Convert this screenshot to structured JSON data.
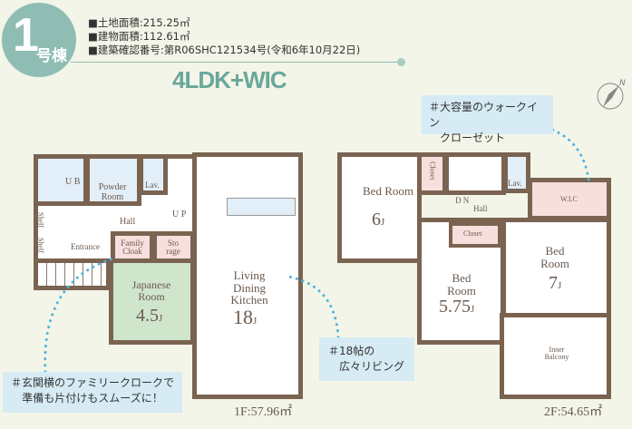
{
  "header": {
    "badge_number": "1",
    "badge_suffix": "号棟",
    "land_area": "■土地面積:215.25㎡",
    "building_area": "■建物面積:112.61㎡",
    "confirmation": "■建築確認番号:第R06SHC121534号(令和6年10月22日)",
    "layout_type": "4LDK+WIC"
  },
  "colors": {
    "wall": "#7a6351",
    "bath": "#e2eef8",
    "storage": "#f6dfdc",
    "tatami": "#cfe5cc",
    "callout": "#d6ebf4",
    "accent": "#6aa79a",
    "dots": "#4fb3e0"
  },
  "floor1": {
    "area": "1F:57.96㎡",
    "rooms": {
      "ub": "U B",
      "powder": "Powder Room",
      "lav": "Lav.",
      "up": "U P",
      "hall": "Hall",
      "shelf1": "Shelf",
      "shelf2": "Shelf",
      "entrance": "Entrance",
      "family_cloak": "Family Cloak",
      "storage": "Sto rage",
      "japanese": "Japanese Room",
      "japanese_size": "4.5",
      "ldk": "Living Dining Kitchen",
      "ldk_size": "18",
      "unit": "J"
    }
  },
  "floor2": {
    "area": "2F:54.65㎡",
    "rooms": {
      "bed6": "Bed Room",
      "bed6_size": "6",
      "closet1": "Closet",
      "dn": "D N",
      "hall": "Hall",
      "lav": "Lav.",
      "wic": "W.I.C",
      "closet2": "Closet",
      "bed575": "Bed Room",
      "bed575_size": "5.75",
      "bed7": "Bed Room",
      "bed7_size": "7",
      "balcony": "Inner Balcony",
      "unit": "J"
    }
  },
  "callouts": {
    "cloak": "＃玄関横のファミリークロークで\n準備も片付けもスムーズに！",
    "living": "＃18帖の\n　広々リビング",
    "wic": "＃大容量のウォークイン\n　クローゼット"
  },
  "compass": {
    "label": "N",
    "icon": "compass-icon"
  }
}
